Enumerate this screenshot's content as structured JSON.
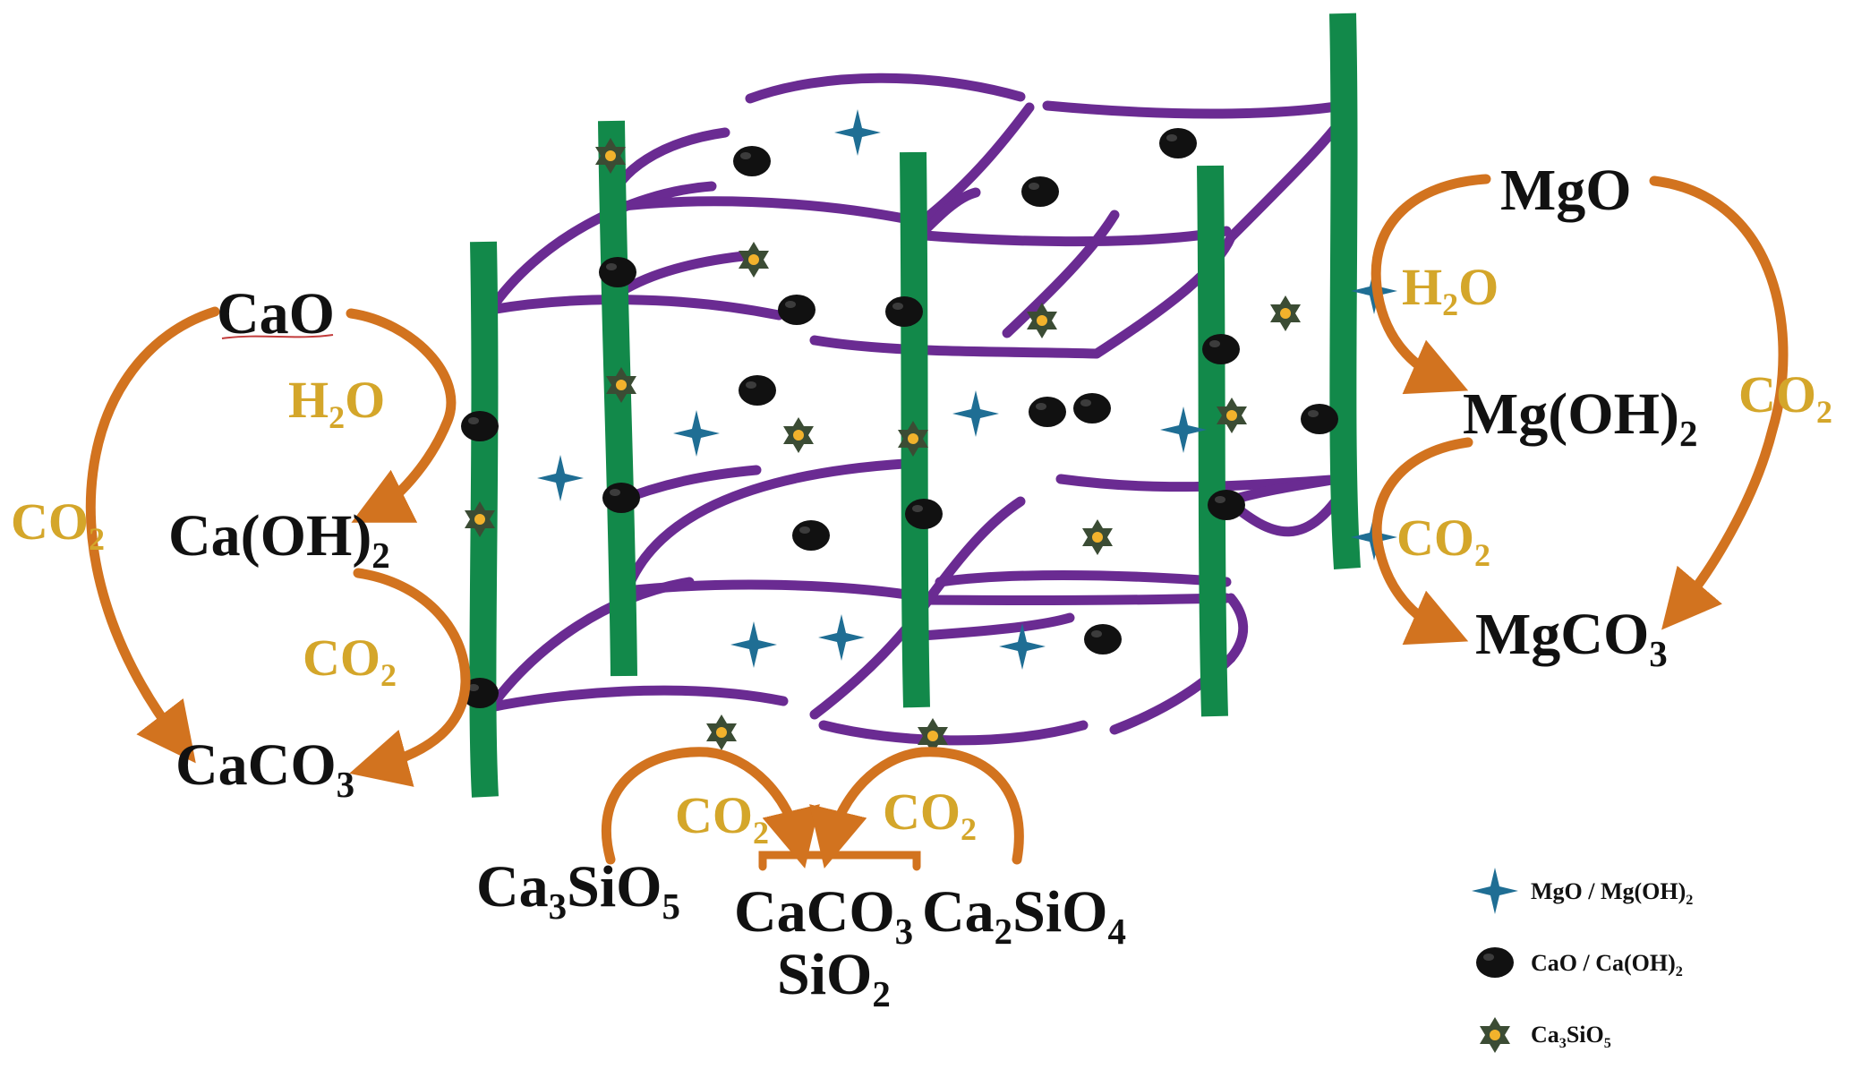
{
  "colors": {
    "fiber": "#12894a",
    "matrix": "#6a2b92",
    "arrow": "#d2731f",
    "gas_label": "#d4a62a",
    "mg_marker": "#1f6e94",
    "ca_marker": "#111111",
    "silicate_marker_outer": "#3b4c34",
    "silicate_marker_inner": "#f2b22c"
  },
  "icons": {
    "mg_marker": "four-point-star-icon",
    "ca_marker": "black-sphere-icon",
    "silicate_marker": "six-point-star-icon"
  },
  "left_cycle": {
    "cao": {
      "base": "CaO"
    },
    "h2o": {
      "base": "H",
      "sub": "2",
      "tail": "O"
    },
    "caoh2": {
      "base": "Ca(OH)",
      "sub": "2"
    },
    "co2_outer": {
      "base": "CO",
      "sub": "2"
    },
    "co2_inner": {
      "base": "CO",
      "sub": "2"
    },
    "caco3": {
      "base": "CaCO",
      "sub": "3"
    }
  },
  "right_cycle": {
    "mgo": {
      "base": "MgO"
    },
    "h2o": {
      "base": "H",
      "sub": "2",
      "tail": "O"
    },
    "mgoh2": {
      "base": "Mg(OH)",
      "sub": "2"
    },
    "co2_inner": {
      "base": "CO",
      "sub": "2"
    },
    "co2_outer": {
      "base": "CO",
      "sub": "2"
    },
    "mgco3": {
      "base": "MgCO",
      "sub": "3"
    }
  },
  "bottom_cycle": {
    "c3s": {
      "base": "Ca",
      "sub": "3",
      "mid": "SiO",
      "sub2": "5"
    },
    "c2s": {
      "base": "Ca",
      "sub": "2",
      "mid": "SiO",
      "sub2": "4"
    },
    "co2_left": {
      "base": "CO",
      "sub": "2"
    },
    "co2_right": {
      "base": "CO",
      "sub": "2"
    },
    "caco3": {
      "base": "CaCO",
      "sub": "3"
    },
    "sio2": {
      "base": "SiO",
      "sub": "2"
    }
  },
  "legend": {
    "mg": {
      "base": "MgO / Mg(OH)",
      "sub": "2"
    },
    "ca": {
      "base": "CaO / Ca(OH)",
      "sub": "2"
    },
    "c3s": {
      "base": "Ca",
      "sub": "3",
      "mid": "SiO",
      "sub2": "5"
    }
  }
}
